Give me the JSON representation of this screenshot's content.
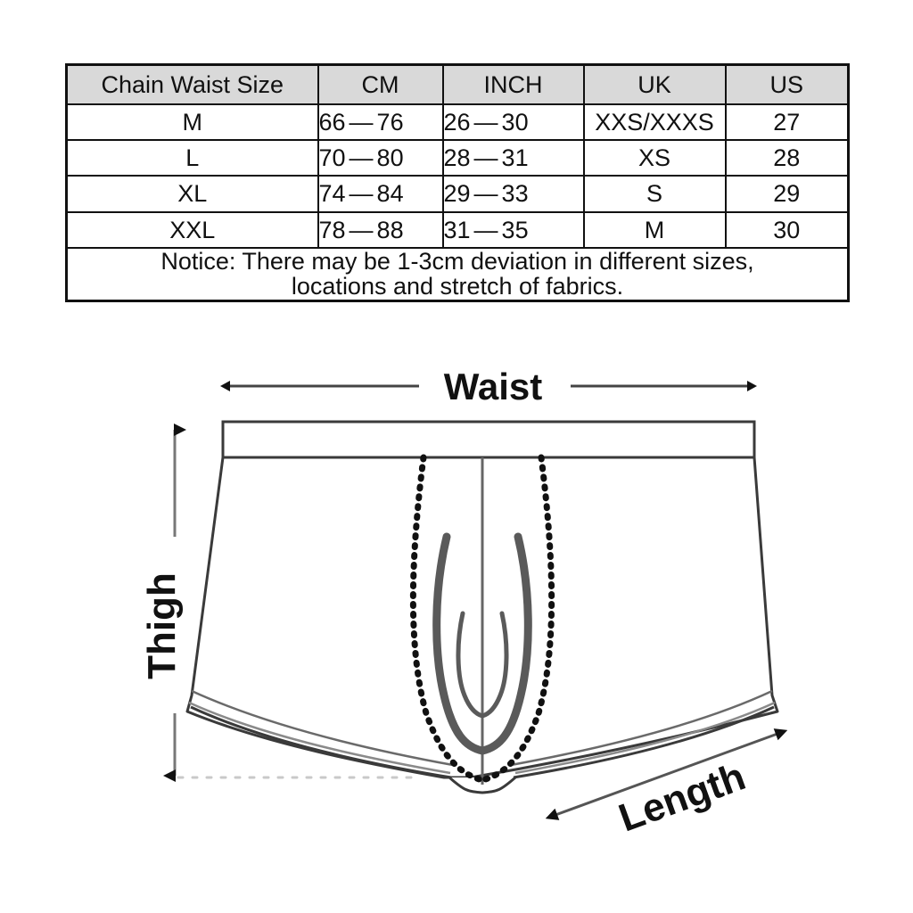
{
  "table": {
    "headers": [
      "Chain Waist Size",
      "CM",
      "INCH",
      "UK",
      "US"
    ],
    "rows": [
      {
        "size": "M",
        "cm_lo": "66",
        "cm_hi": "76",
        "in_lo": "26",
        "in_hi": "30",
        "uk": "XXS/XXXS",
        "us": "27"
      },
      {
        "size": "L",
        "cm_lo": "70",
        "cm_hi": "80",
        "in_lo": "28",
        "in_hi": "31",
        "uk": "XS",
        "us": "28"
      },
      {
        "size": "XL",
        "cm_lo": "74",
        "cm_hi": "84",
        "in_lo": "29",
        "in_hi": "33",
        "uk": "S",
        "us": "29"
      },
      {
        "size": "XXL",
        "cm_lo": "78",
        "cm_hi": "88",
        "in_lo": "31",
        "in_hi": "35",
        "uk": "M",
        "us": "30"
      }
    ],
    "range_separator": "—",
    "notice_line1": "Notice: There may be 1-3cm deviation in different sizes,",
    "notice_line2": "locations and stretch of fabrics.",
    "header_bg": "#d9d9d9",
    "border_color": "#111111"
  },
  "diagram": {
    "waist_label": "Waist",
    "thigh_label": "Thigh",
    "length_label": "Length",
    "line_color": "#333333",
    "arrow_color": "#111111",
    "guide_color": "#bbbbbb"
  }
}
